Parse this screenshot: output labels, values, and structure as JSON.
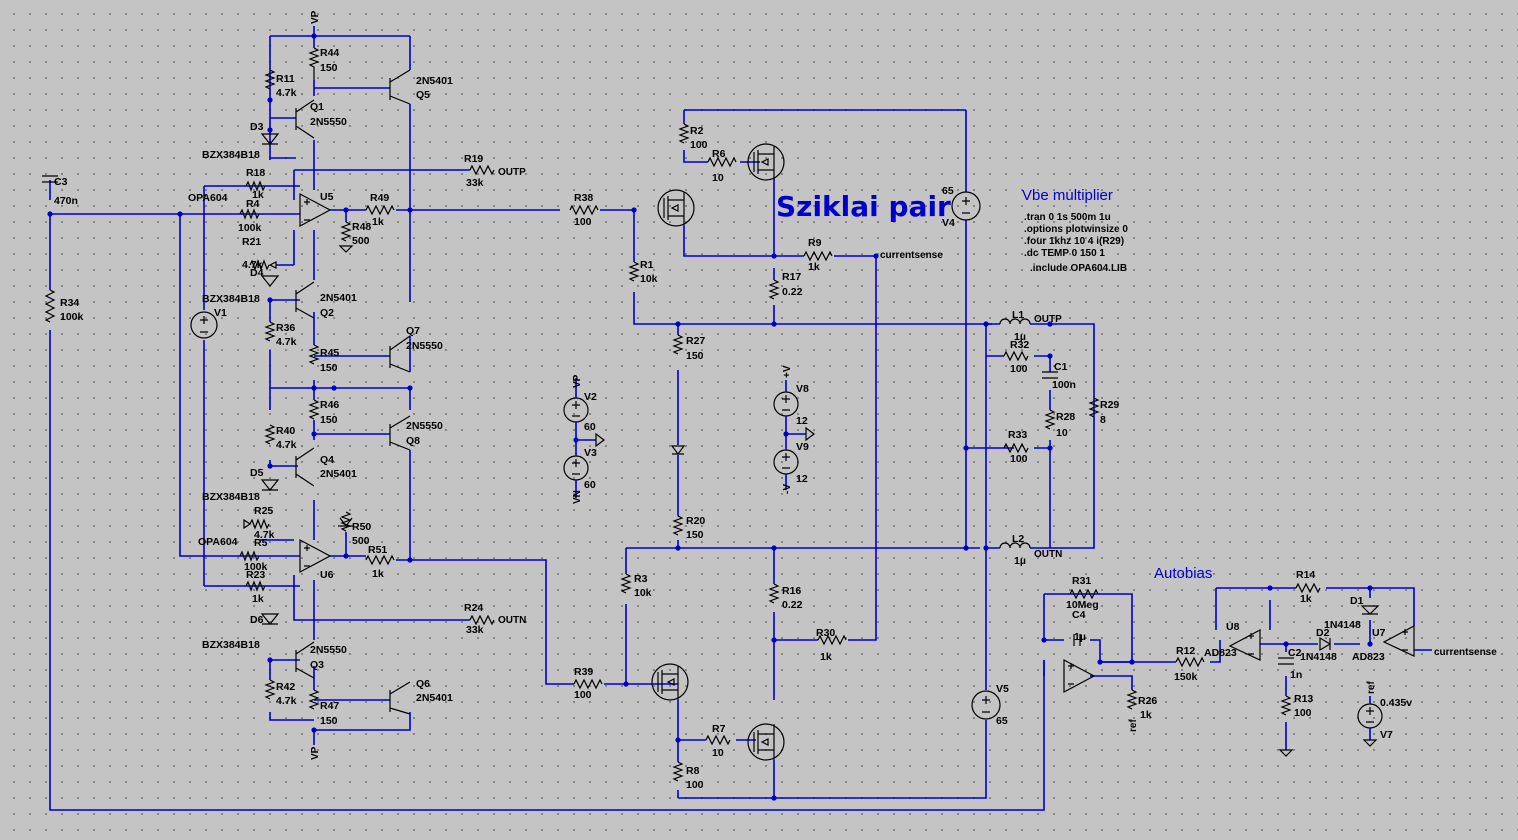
{
  "annotations": {
    "sziklai": "Sziklai pair",
    "vbe": "Vbe multiplier",
    "autobias": "Autobias"
  },
  "spice": [
    ".tran 0 1s 500m 1u",
    ".options plotwinsize 0",
    ".four 1khz 10 4 i(R29)",
    ".dc TEMP 0 150 1",
    ".include OPA604.LIB"
  ],
  "labels": [
    {
      "id": "R44n",
      "t": "R44"
    },
    {
      "id": "R44v",
      "t": "150"
    },
    {
      "id": "R11n",
      "t": "R11"
    },
    {
      "id": "R11v",
      "t": "4.7k"
    },
    {
      "id": "Q1n",
      "t": "Q1"
    },
    {
      "id": "Q1v",
      "t": "2N5550"
    },
    {
      "id": "Q5v",
      "t": "2N5401"
    },
    {
      "id": "Q5n",
      "t": "Q5"
    },
    {
      "id": "D3n",
      "t": "D3"
    },
    {
      "id": "D3v",
      "t": "BZX384B18"
    },
    {
      "id": "R18n",
      "t": "R18"
    },
    {
      "id": "R18v",
      "t": "1k"
    },
    {
      "id": "U5n",
      "t": "U5"
    },
    {
      "id": "U5m",
      "t": "OPA604"
    },
    {
      "id": "R4n",
      "t": "R4"
    },
    {
      "id": "R4v",
      "t": "100k"
    },
    {
      "id": "R49n",
      "t": "R49"
    },
    {
      "id": "R49v",
      "t": "1k"
    },
    {
      "id": "R48n",
      "t": "R48"
    },
    {
      "id": "R48v",
      "t": "500"
    },
    {
      "id": "R21n",
      "t": "R21"
    },
    {
      "id": "R21v",
      "t": "4.7k"
    },
    {
      "id": "D4n",
      "t": "D4"
    },
    {
      "id": "D4v",
      "t": "BZX384B18"
    },
    {
      "id": "Q2v",
      "t": "2N5401"
    },
    {
      "id": "Q2n",
      "t": "Q2"
    },
    {
      "id": "R36n",
      "t": "R36"
    },
    {
      "id": "R36v",
      "t": "4.7k"
    },
    {
      "id": "Q7n",
      "t": "Q7"
    },
    {
      "id": "Q7v",
      "t": "2N5550"
    },
    {
      "id": "R45n",
      "t": "R45"
    },
    {
      "id": "R45v",
      "t": "150"
    },
    {
      "id": "R46n",
      "t": "R46"
    },
    {
      "id": "R46v",
      "t": "150"
    },
    {
      "id": "R40n",
      "t": "R40"
    },
    {
      "id": "R40v",
      "t": "4.7k"
    },
    {
      "id": "Q8v",
      "t": "2N5550"
    },
    {
      "id": "Q8n",
      "t": "Q8"
    },
    {
      "id": "Q4n",
      "t": "Q4"
    },
    {
      "id": "Q4v",
      "t": "2N5401"
    },
    {
      "id": "D5n",
      "t": "D5"
    },
    {
      "id": "D5v",
      "t": "BZX384B18"
    },
    {
      "id": "R25n",
      "t": "R25"
    },
    {
      "id": "R25v",
      "t": "4.7k"
    },
    {
      "id": "R50n",
      "t": "R50"
    },
    {
      "id": "R50v",
      "t": "500"
    },
    {
      "id": "U6m",
      "t": "OPA604"
    },
    {
      "id": "R5n",
      "t": "R5"
    },
    {
      "id": "R5v",
      "t": "100k"
    },
    {
      "id": "R51n",
      "t": "R51"
    },
    {
      "id": "R51v",
      "t": "1k"
    },
    {
      "id": "U6n",
      "t": "U6"
    },
    {
      "id": "R23n",
      "t": "R23"
    },
    {
      "id": "R23v",
      "t": "1k"
    },
    {
      "id": "D6n",
      "t": "D6"
    },
    {
      "id": "D6v",
      "t": "BZX384B18"
    },
    {
      "id": "Q3v",
      "t": "2N5550"
    },
    {
      "id": "Q3n",
      "t": "Q3"
    },
    {
      "id": "R42n",
      "t": "R42"
    },
    {
      "id": "R42v",
      "t": "4.7k"
    },
    {
      "id": "Q6n",
      "t": "Q6"
    },
    {
      "id": "Q6v",
      "t": "2N5401"
    },
    {
      "id": "R47n",
      "t": "R47"
    },
    {
      "id": "R47v",
      "t": "150"
    },
    {
      "id": "C3n",
      "t": "C3"
    },
    {
      "id": "C3v",
      "t": "470n"
    },
    {
      "id": "R34n",
      "t": "R34"
    },
    {
      "id": "R34v",
      "t": "100k"
    },
    {
      "id": "V1n",
      "t": "V1"
    },
    {
      "id": "R19n",
      "t": "R19"
    },
    {
      "id": "R19v",
      "t": "33k"
    },
    {
      "id": "R24n",
      "t": "R24"
    },
    {
      "id": "R24v",
      "t": "33k"
    },
    {
      "id": "R38n",
      "t": "R38"
    },
    {
      "id": "R38v",
      "t": "100"
    },
    {
      "id": "R39n",
      "t": "R39"
    },
    {
      "id": "R39v",
      "t": "100"
    },
    {
      "id": "R2n",
      "t": "R2"
    },
    {
      "id": "R2v",
      "t": "100"
    },
    {
      "id": "R6n",
      "t": "R6"
    },
    {
      "id": "R6v",
      "t": "10"
    },
    {
      "id": "R1n",
      "t": "R1"
    },
    {
      "id": "R1v",
      "t": "10k"
    },
    {
      "id": "R9n",
      "t": "R9"
    },
    {
      "id": "R9v",
      "t": "1k"
    },
    {
      "id": "R17n",
      "t": "R17"
    },
    {
      "id": "R17v",
      "t": "0.22"
    },
    {
      "id": "R27n",
      "t": "R27"
    },
    {
      "id": "R27v",
      "t": "150"
    },
    {
      "id": "R20n",
      "t": "R20"
    },
    {
      "id": "R20v",
      "t": "150"
    },
    {
      "id": "R3n",
      "t": "R3"
    },
    {
      "id": "R3v",
      "t": "10k"
    },
    {
      "id": "R16n",
      "t": "R16"
    },
    {
      "id": "R16v",
      "t": "0.22"
    },
    {
      "id": "R30n",
      "t": "R30"
    },
    {
      "id": "R30v",
      "t": "1k"
    },
    {
      "id": "R7n",
      "t": "R7"
    },
    {
      "id": "R7v",
      "t": "10"
    },
    {
      "id": "R8n",
      "t": "R8"
    },
    {
      "id": "R8v",
      "t": "100"
    },
    {
      "id": "V2n",
      "t": "V2"
    },
    {
      "id": "V2v",
      "t": "60"
    },
    {
      "id": "V3n",
      "t": "V3"
    },
    {
      "id": "V3v",
      "t": "60"
    },
    {
      "id": "V8n",
      "t": "V8"
    },
    {
      "id": "V8v",
      "t": "12"
    },
    {
      "id": "V9n",
      "t": "V9"
    },
    {
      "id": "V9v",
      "t": "12"
    },
    {
      "id": "V4v",
      "t": "65"
    },
    {
      "id": "V4n",
      "t": "V4"
    },
    {
      "id": "V5n",
      "t": "V5"
    },
    {
      "id": "V5v",
      "t": "65"
    },
    {
      "id": "L1n",
      "t": "L1"
    },
    {
      "id": "L1v",
      "t": "1µ"
    },
    {
      "id": "L2n",
      "t": "L2"
    },
    {
      "id": "L2v",
      "t": "1µ"
    },
    {
      "id": "R32n",
      "t": "R32"
    },
    {
      "id": "R32v",
      "t": "100"
    },
    {
      "id": "C1n",
      "t": "C1"
    },
    {
      "id": "C1v",
      "t": "100n"
    },
    {
      "id": "R28n",
      "t": "R28"
    },
    {
      "id": "R28v",
      "t": "10"
    },
    {
      "id": "R29n",
      "t": "R29"
    },
    {
      "id": "R29v",
      "t": "8"
    },
    {
      "id": "R33n",
      "t": "R33"
    },
    {
      "id": "R33v",
      "t": "100"
    },
    {
      "id": "R31n",
      "t": "R31"
    },
    {
      "id": "R31v",
      "t": "10Meg"
    },
    {
      "id": "C4n",
      "t": "C4"
    },
    {
      "id": "C4v",
      "t": "1µ"
    },
    {
      "id": "R12n",
      "t": "R12"
    },
    {
      "id": "R12v",
      "t": "150k"
    },
    {
      "id": "R26v",
      "t": "1k"
    },
    {
      "id": "R26n",
      "t": "R26"
    },
    {
      "id": "U8n",
      "t": "U8"
    },
    {
      "id": "U8m",
      "t": "AD823"
    },
    {
      "id": "R14n",
      "t": "R14"
    },
    {
      "id": "R14v",
      "t": "1k"
    },
    {
      "id": "D1n",
      "t": "D1"
    },
    {
      "id": "D1v",
      "t": "1N4148"
    },
    {
      "id": "D2n",
      "t": "D2"
    },
    {
      "id": "D2v",
      "t": "1N4148"
    },
    {
      "id": "U7n",
      "t": "U7"
    },
    {
      "id": "U7m",
      "t": "AD823"
    },
    {
      "id": "C2n",
      "t": "C2"
    },
    {
      "id": "C2v",
      "t": "1n"
    },
    {
      "id": "R13n",
      "t": "R13"
    },
    {
      "id": "R13v",
      "t": "100"
    },
    {
      "id": "V7v",
      "t": "0.435v"
    },
    {
      "id": "V7n",
      "t": "V7"
    }
  ],
  "nets": [
    {
      "id": "nVPtop",
      "t": "VP"
    },
    {
      "id": "nVPbot",
      "t": "VP"
    },
    {
      "id": "nVP2",
      "t": "VP"
    },
    {
      "id": "nVN3",
      "t": "VN"
    },
    {
      "id": "nOUTP1",
      "t": "OUTP"
    },
    {
      "id": "nOUTN1",
      "t": "OUTN"
    },
    {
      "id": "nOUTP2",
      "t": "OUTP"
    },
    {
      "id": "nOUTN2",
      "t": "OUTN"
    },
    {
      "id": "nCS1",
      "t": "currentsense"
    },
    {
      "id": "nCS2",
      "t": "currentsense"
    },
    {
      "id": "nV8",
      "t": "+V"
    },
    {
      "id": "nV9",
      "t": "-V"
    },
    {
      "id": "nRef1",
      "t": "ref"
    },
    {
      "id": "nRef2",
      "t": "ref"
    }
  ]
}
